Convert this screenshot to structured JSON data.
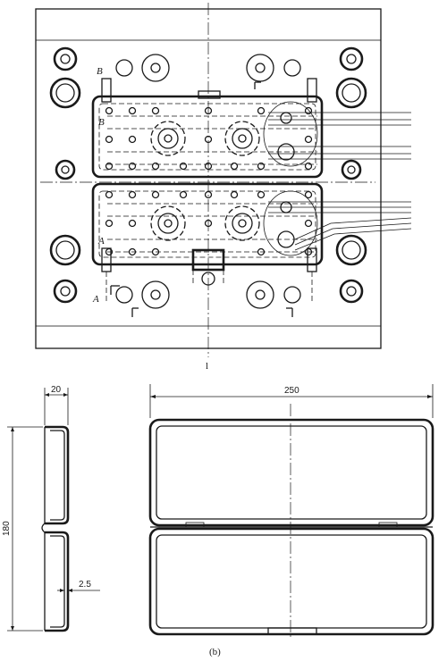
{
  "top_view": {
    "section_labels": {
      "b_top": "B",
      "b_mid": "B",
      "a_mid": "A",
      "a_bottom": "A"
    },
    "centerline_mark": "l"
  },
  "bottom_views": {
    "side_width_dim": "20",
    "side_height_dim": "180",
    "wall_thickness_dim": "2.5",
    "plan_width_dim": "250",
    "caption": "(b)"
  }
}
